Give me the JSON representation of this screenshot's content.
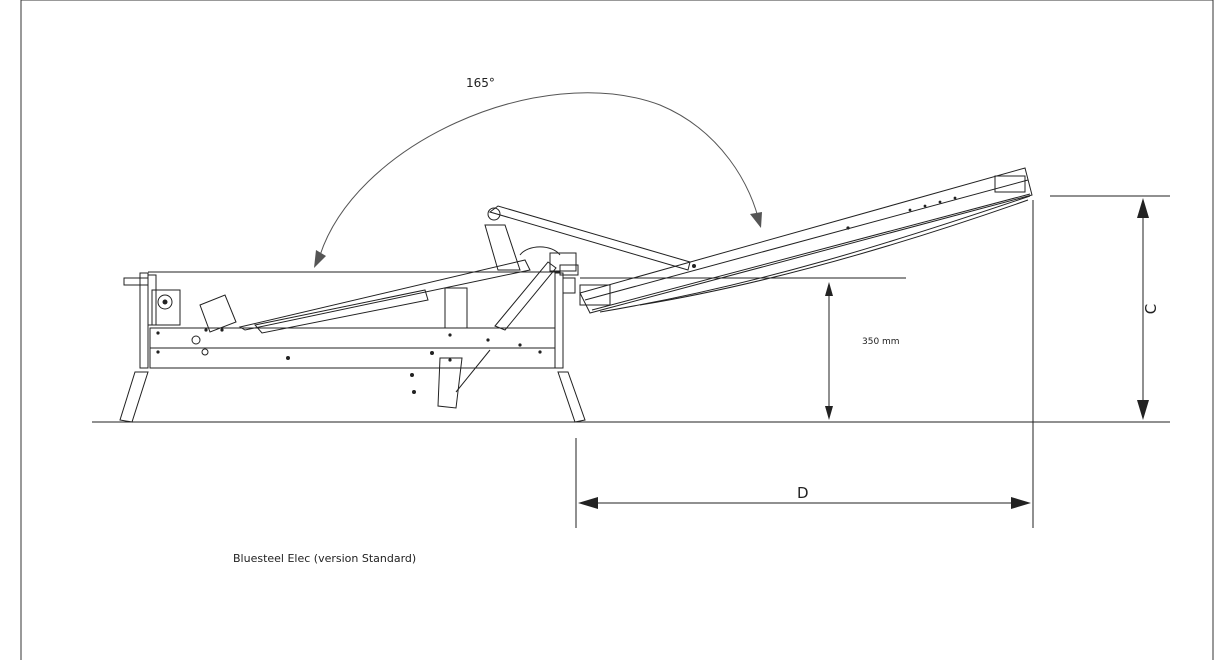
{
  "angle_label": "165°",
  "height_label": "350 mm",
  "dim_d_label": "D",
  "dim_c_label": "C",
  "caption": "Bluesteel Elec (version Standard)",
  "colors": {
    "line": "#222222",
    "arrow_arc": "#555555",
    "frame": "#333333"
  }
}
